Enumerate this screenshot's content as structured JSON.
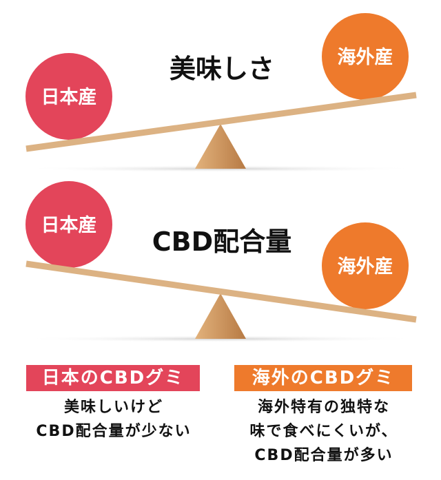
{
  "colors": {
    "japan": "#e3455a",
    "overseas": "#ee7a2c",
    "plank": "#e0b888",
    "fulcrum": "#c98a52"
  },
  "seesaw1": {
    "title": "美味しさ",
    "left_ball": "日本産",
    "right_ball": "海外産"
  },
  "seesaw2": {
    "title": "CBD配合量",
    "left_ball": "日本産",
    "right_ball": "海外産"
  },
  "japan": {
    "label": "日本のCBDグミ",
    "lines": [
      "美味しいけど",
      "CBD配合量が少ない"
    ]
  },
  "overseas": {
    "label": "海外のCBDグミ",
    "lines": [
      "海外特有の独特な",
      "味で食べにくいが、",
      "CBD配合量が多い"
    ]
  }
}
